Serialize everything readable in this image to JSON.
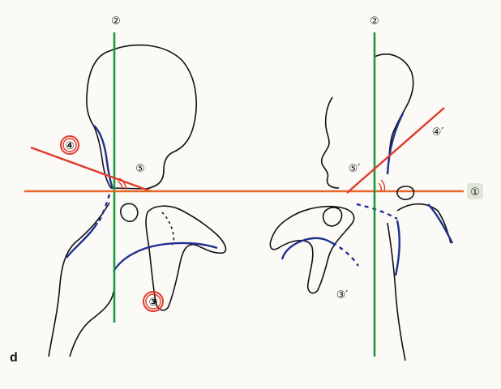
{
  "panel_label": "d",
  "colors": {
    "outline": "#111111",
    "blue": "#1f2f8f",
    "green": "#1a9a3a",
    "red": "#e03a2a",
    "orange": "#e8662a"
  },
  "left_view": {
    "label_2": "②",
    "label_3": "③",
    "label_4": "④",
    "label_5": "⑤"
  },
  "right_view": {
    "label_2": "②",
    "label_3": "③′",
    "label_4": "④′",
    "label_5": "⑤′"
  },
  "label_1": "①"
}
